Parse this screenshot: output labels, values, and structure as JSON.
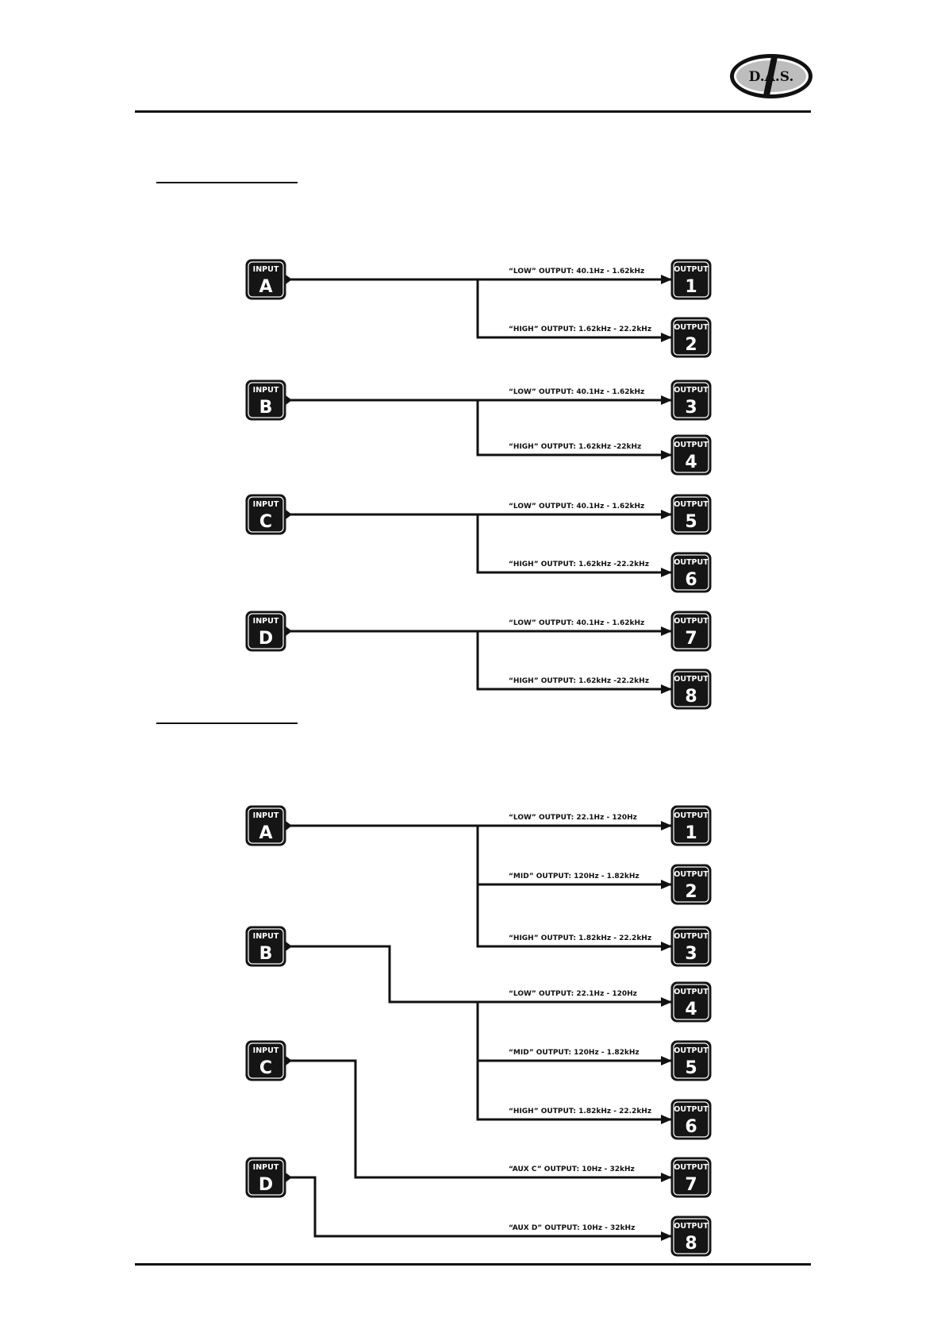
{
  "logo": {
    "text": "D.A.S."
  },
  "diagram1": {
    "inputs": [
      {
        "label": "INPUT",
        "id": "A"
      },
      {
        "label": "INPUT",
        "id": "B"
      },
      {
        "label": "INPUT",
        "id": "C"
      },
      {
        "label": "INPUT",
        "id": "D"
      }
    ],
    "outputs": [
      {
        "label": "OUTPUT",
        "id": "1",
        "text": "“LOW” OUTPUT: 40.1Hz - 1.62kHz",
        "from": "A"
      },
      {
        "label": "OUTPUT",
        "id": "2",
        "text": "“HIGH” OUTPUT: 1.62kHz - 22.2kHz",
        "from": "A"
      },
      {
        "label": "OUTPUT",
        "id": "3",
        "text": "“LOW” OUTPUT: 40.1Hz - 1.62kHz",
        "from": "B"
      },
      {
        "label": "OUTPUT",
        "id": "4",
        "text": "“HIGH” OUTPUT: 1.62kHz -22kHz",
        "from": "B"
      },
      {
        "label": "OUTPUT",
        "id": "5",
        "text": "“LOW” OUTPUT: 40.1Hz - 1.62kHz",
        "from": "C"
      },
      {
        "label": "OUTPUT",
        "id": "6",
        "text": "“HIGH” OUTPUT: 1.62kHz -22.2kHz",
        "from": "C"
      },
      {
        "label": "OUTPUT",
        "id": "7",
        "text": "“LOW” OUTPUT: 40.1Hz - 1.62kHz",
        "from": "D"
      },
      {
        "label": "OUTPUT",
        "id": "8",
        "text": "“HIGH” OUTPUT: 1.62kHz -22.2kHz",
        "from": "D"
      }
    ]
  },
  "diagram2": {
    "inputs": [
      {
        "label": "INPUT",
        "id": "A"
      },
      {
        "label": "INPUT",
        "id": "B"
      },
      {
        "label": "INPUT",
        "id": "C"
      },
      {
        "label": "INPUT",
        "id": "D"
      }
    ],
    "outputs": [
      {
        "label": "OUTPUT",
        "id": "1",
        "text": "“LOW” OUTPUT: 22.1Hz - 120Hz",
        "from": "A"
      },
      {
        "label": "OUTPUT",
        "id": "2",
        "text": "“MID” OUTPUT: 120Hz - 1.82kHz",
        "from": "A"
      },
      {
        "label": "OUTPUT",
        "id": "3",
        "text": "“HIGH” OUTPUT: 1.82kHz - 22.2kHz",
        "from": "A"
      },
      {
        "label": "OUTPUT",
        "id": "4",
        "text": "“LOW” OUTPUT: 22.1Hz - 120Hz",
        "from": "B"
      },
      {
        "label": "OUTPUT",
        "id": "5",
        "text": "“MID” OUTPUT: 120Hz - 1.82kHz",
        "from": "B"
      },
      {
        "label": "OUTPUT",
        "id": "6",
        "text": "“HIGH” OUTPUT: 1.82kHz - 22.2kHz",
        "from": "B"
      },
      {
        "label": "OUTPUT",
        "id": "7",
        "text": "“AUX C” OUTPUT: 10Hz - 32kHz",
        "from": "C"
      },
      {
        "label": "OUTPUT",
        "id": "8",
        "text": "“AUX D” OUTPUT: 10Hz - 32kHz",
        "from": "D"
      }
    ]
  }
}
